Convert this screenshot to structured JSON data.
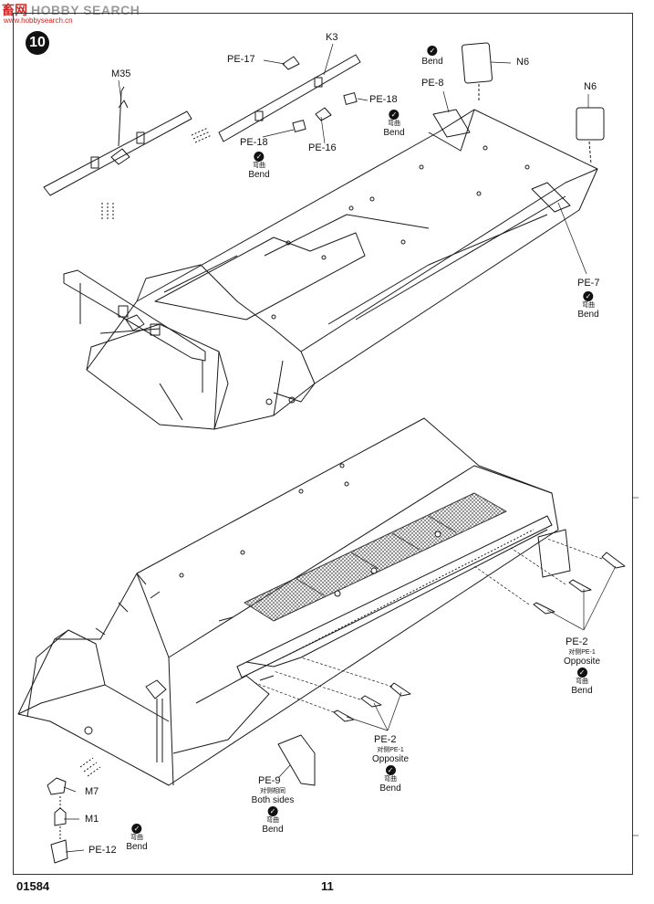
{
  "watermark": {
    "site_cn": "畜网",
    "site_en": "HOBBY SEARCH",
    "url": "www.hobbysearch.cn"
  },
  "step_number": "10",
  "labels": {
    "m35": "M35",
    "k3": "K3",
    "pe17": "PE-17",
    "pe18_a": "PE-18",
    "pe18_b": "PE-18",
    "pe16": "PE-16",
    "pe8": "PE-8",
    "n6_a": "N6",
    "n6_b": "N6",
    "pe7": "PE-7",
    "pe2_a": "PE-2",
    "pe2_b": "PE-2",
    "pe9": "PE-9",
    "m7": "M7",
    "m1": "M1",
    "pe12": "PE-12"
  },
  "notes": {
    "bend_cn": "弯曲",
    "bend_en": "Bend",
    "opposite_cn": "对侧PE-1",
    "opposite_en": "Opposite",
    "both_cn": "对侧相同",
    "both_en": "Both sides"
  },
  "footer": {
    "code": "01584",
    "page": "11"
  },
  "colors": {
    "line": "#1a1a1a",
    "mesh": "#555555",
    "watermark_red": "#d12a2a"
  }
}
